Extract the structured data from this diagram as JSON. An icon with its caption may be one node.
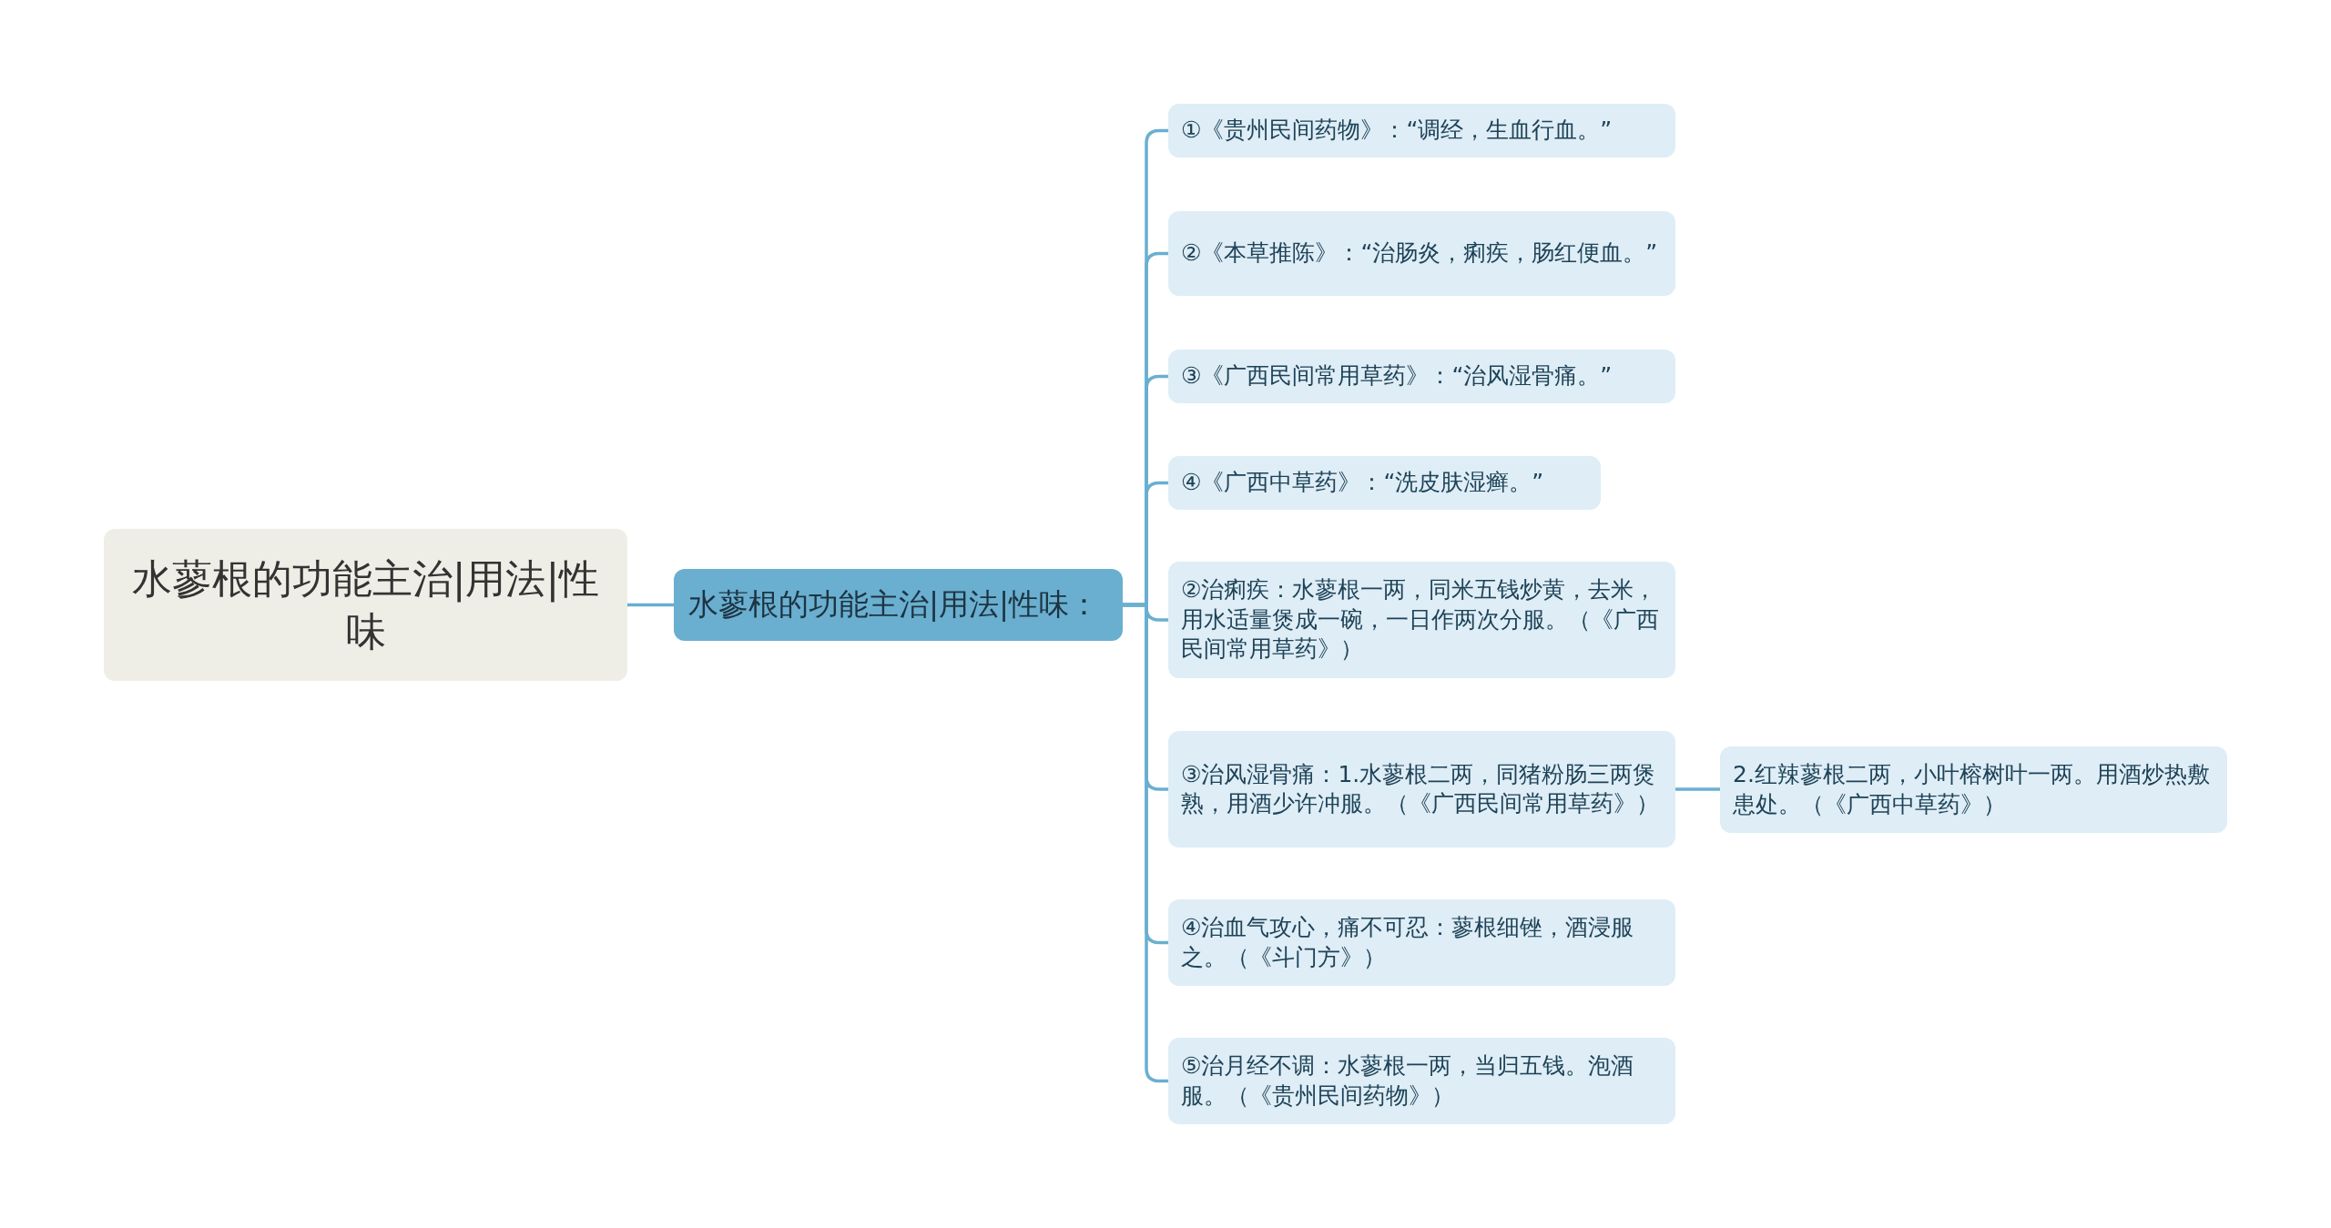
{
  "diagram": {
    "nodes": [
      {
        "text": [
          "水蓼根的功能主治|用法|性味"
        ]
      },
      {
        "text": [
          "水蓼根的功能主治|用法|性味："
        ]
      },
      {
        "text": [
          "①《贵州民间药物》：“调经，生血行血。”"
        ]
      },
      {
        "text": [
          "②《本草推陈》：“治肠炎，痢疾，肠红便血。”"
        ]
      },
      {
        "text": [
          "③《广西民间常用草药》：“治风湿骨痛。”"
        ]
      },
      {
        "text": [
          "④《广西中草药》：“洗皮肤湿癣。”"
        ]
      },
      {
        "text": [
          "②治痢疾：水蓼根一两，同米五钱炒黄，去米，用水适量煲成一碗，一日作两次分服。（《广西民间常用草药》）"
        ]
      },
      {
        "text": [
          "③治风湿骨痛：1.水蓼根二两，同猪粉肠三两煲熟，用酒少许冲服。（《广西民间常用草药》）"
        ]
      },
      {
        "text": [
          "④治血气攻心，痛不可忍：蓼根细锉，酒浸服之。（《斗门方》）"
        ]
      },
      {
        "text": [
          "⑤治月经不调：水蓼根一两，当归五钱。泡酒服。（《贵州民间药物》）"
        ]
      },
      {
        "text": [
          "2.红辣蓼根二两，小叶榕树叶一两。用酒炒热敷患处。（《广西中草药》）"
        ]
      }
    ],
    "edges": [
      {
        "from": 0,
        "to": 1,
        "arrow": "none"
      },
      {
        "from": 1,
        "to": 2,
        "arrow": "none"
      },
      {
        "from": 1,
        "to": 3,
        "arrow": "none"
      },
      {
        "from": 1,
        "to": 4,
        "arrow": "none"
      },
      {
        "from": 1,
        "to": 5,
        "arrow": "none"
      },
      {
        "from": 1,
        "to": 6,
        "arrow": "none"
      },
      {
        "from": 1,
        "to": 7,
        "arrow": "none"
      },
      {
        "from": 1,
        "to": 8,
        "arrow": "none"
      },
      {
        "from": 1,
        "to": 9,
        "arrow": "none"
      },
      {
        "from": 7,
        "to": 10,
        "arrow": "none"
      }
    ]
  }
}
